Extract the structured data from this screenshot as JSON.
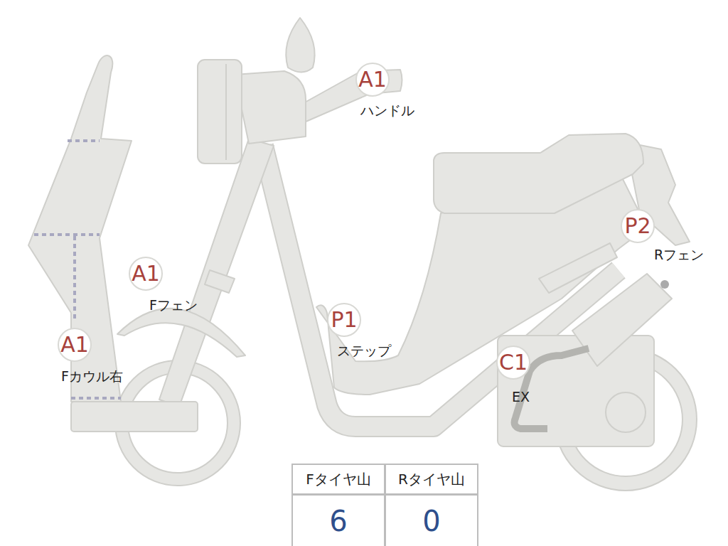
{
  "diagram": {
    "nodes": [
      {
        "text": [
          "A1",
          "ハンドル"
        ]
      },
      {
        "text": [
          "P2",
          "Rフェン"
        ]
      },
      {
        "text": [
          "A1",
          "Fフェン"
        ]
      },
      {
        "text": [
          "P1",
          "ステップ"
        ]
      },
      {
        "text": [
          "A1",
          "Fカウル右"
        ]
      },
      {
        "text": [
          "C1",
          "EX"
        ]
      }
    ],
    "labels": [
      "Fタイヤ山",
      "Rタイヤ山",
      "6",
      "0"
    ]
  }
}
